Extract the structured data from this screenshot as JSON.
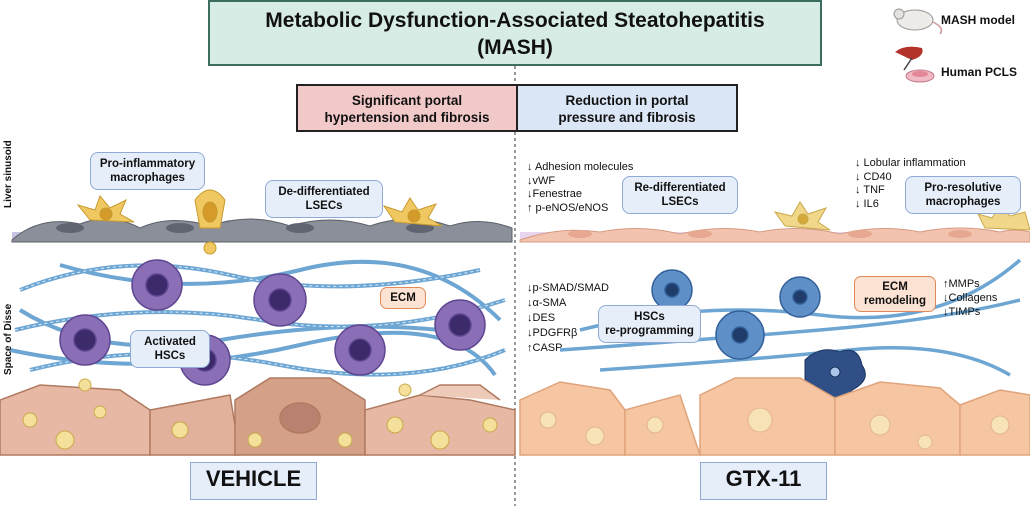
{
  "header": {
    "title_line1": "Metabolic Dysfunction-Associated Steatohepatitis",
    "title_line2": "(MASH)"
  },
  "legend": {
    "items": [
      {
        "label": "MASH model",
        "icon": "mouse-icon"
      },
      {
        "label": "Human PCLS",
        "icon": "liver-slice-icon"
      }
    ]
  },
  "outcomes": {
    "vehicle_line1": "Significant portal",
    "vehicle_line2": "hypertension and fibrosis",
    "treated_line1": "Reduction in portal",
    "treated_line2": "pressure and fibrosis"
  },
  "zones": {
    "sinusoid": "Liver sinusoid",
    "disse": "Space of Disse"
  },
  "vehicle": {
    "macrophages_line1": "Pro-inflammatory",
    "macrophages_line2": "macrophages",
    "lsec_line1": "De-differentiated",
    "lsec_line2": "LSECs",
    "ecm": "ECM",
    "hsc_line1": "Activated",
    "hsc_line2": "HSCs",
    "condition": "VEHICLE"
  },
  "treated": {
    "lsec_markers": [
      "↓ Adhesion molecules",
      "↓vWF",
      "↓Fenestrae",
      "↑ p-eNOS/eNOS"
    ],
    "lsec_line1": "Re-differentiated",
    "lsec_line2": "LSECs",
    "inflammation_markers": [
      "↓ Lobular inflammation",
      "↓ CD40",
      "↓ TNF",
      "↓ IL6"
    ],
    "macrophages_line1": "Pro-resolutive",
    "macrophages_line2": "macrophages",
    "hsc_markers": [
      "↓p-SMAD/SMAD",
      "↓α-SMA",
      "↓DES",
      "↓PDGFRβ",
      "↑CASP"
    ],
    "hsc_line1": "HSCs",
    "hsc_line2": "re-programming",
    "ecm_line1": "ECM",
    "ecm_line2": "remodeling",
    "ecm_markers": [
      "↑MMPs",
      "↓Collagens",
      "↓TIMPs"
    ],
    "condition": "GTX-11"
  },
  "colors": {
    "title_bg": "#d6ece4",
    "vehicle_outcome_bg": "#f2c9c9",
    "treated_outcome_bg": "#dbe6f6",
    "fiber": "#7fb0d8",
    "activated_hsc": "#8a6fb7",
    "quiescent_hsc": "#4f79ad",
    "hepatocyte_vehicle": "#d9a890",
    "hepatocyte_treated": "#f6c6a2",
    "lsec_vehicle": "#8a8f9a",
    "lsec_treated": "#f2c4b0"
  }
}
